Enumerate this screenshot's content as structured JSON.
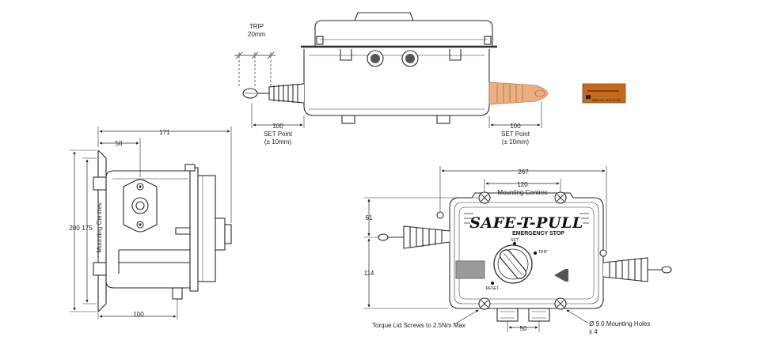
{
  "top_view": {
    "trip_label": "TRIP",
    "trip_value": "20mm",
    "left_dim": "100",
    "left_dim_note_1": "SET Point",
    "left_dim_note_2": "(± 10mm)",
    "right_dim": "100",
    "right_dim_note_1": "SET Point",
    "right_dim_note_2": "(± 10mm)"
  },
  "tag": {
    "text": "Wire Rd. ADJ-07 B9"
  },
  "side_view": {
    "dim_width": "171",
    "dim_offset": "50",
    "dim_height": "200",
    "dim_mount": "175",
    "mount_label": "Mounting Centres",
    "dim_bottom": "100"
  },
  "front_view": {
    "dim_width": "267",
    "dim_centres": "120",
    "centres_label": "Mounting Centres",
    "dim_upper": "61",
    "dim_lower": "114",
    "dim_bottom": "50",
    "brand": "SAFE-T-PULL",
    "subtitle": "EMERGENCY STOP",
    "switch_set": "SET",
    "switch_trip": "TRIP",
    "switch_reset": "RESET",
    "screws_note": "Torque Lid Screws to 2.5Nm Max",
    "holes_note_1": "Ø 9.0 Mounting Holes",
    "holes_note_2": "x 4"
  },
  "colors": {
    "line": "#2a2a2a",
    "highlight_fill": "#e8a878",
    "highlight_stroke": "#c97a45",
    "tag_fill": "#c46a20"
  }
}
